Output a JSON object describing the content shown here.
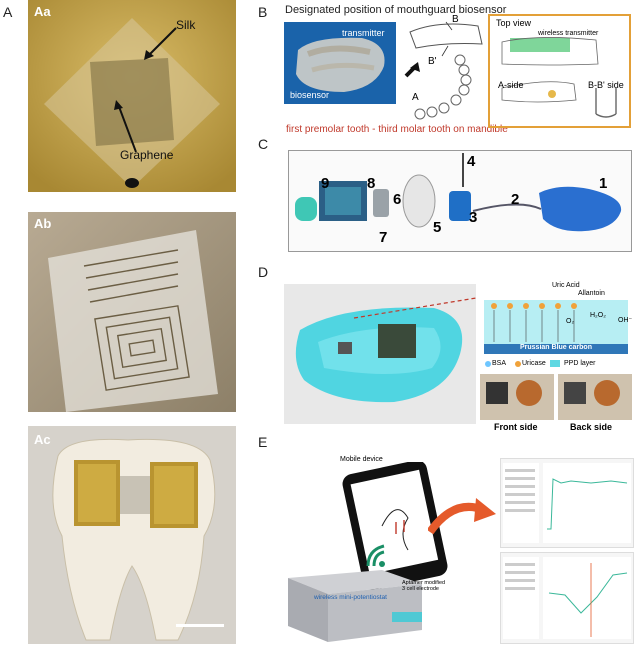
{
  "panels": {
    "A": {
      "letter": "A",
      "Aa": {
        "label": "Aa",
        "silk": "Silk",
        "graphene": "Graphene"
      },
      "Ab": {
        "label": "Ab"
      },
      "Ac": {
        "label": "Ac"
      }
    },
    "B": {
      "letter": "B",
      "title": "Designated position of mouthguard biosensor",
      "transmitter": "transmitter",
      "biosensor": "biosensor",
      "point_b": "B",
      "point_b_prime": "B'",
      "point_a": "A",
      "caption": "first premolar tooth - third molar tooth on mandible",
      "top_view": "Top view",
      "wireless_transmitter": "wireless transmitter",
      "a_side": "A-side",
      "bb_side": "B-B' side"
    },
    "C": {
      "letter": "C",
      "numbers": [
        "9",
        "8",
        "6",
        "7",
        "5",
        "4",
        "3",
        "2",
        "1"
      ]
    },
    "D": {
      "letter": "D",
      "uric_acid": "Uric Acid",
      "allantoin": "Allantoin",
      "h2o2": "H₂O₂",
      "o2": "O₂",
      "oh": "OH⁻",
      "prussian": "Prussian Blue carbon",
      "bsa": "BSA",
      "uricase": "Uricase",
      "ppd": "PPD layer",
      "front": "Front side",
      "back": "Back side"
    },
    "E": {
      "letter": "E",
      "mobile": "Mobile device",
      "potentiostat": "wireless mini-potentiostat",
      "aptamer": "Aptamer modified\n3 cell electrode"
    }
  },
  "colors": {
    "orange_box": "#e3a038",
    "cyan": "#3fd3e0",
    "red_caption": "#c0392b",
    "graphene_bg": "#c6a54e"
  }
}
